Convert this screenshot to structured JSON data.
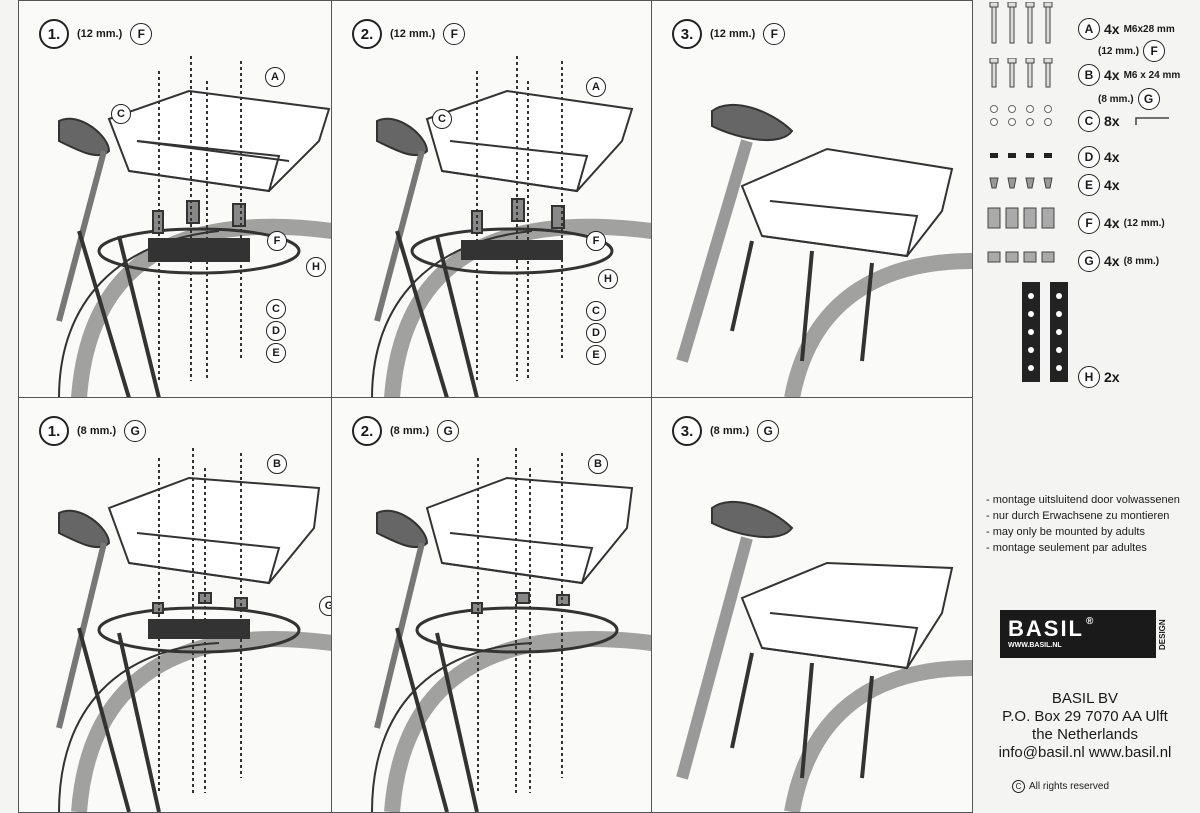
{
  "panels": [
    {
      "num": "1.",
      "size": "(12 mm.)",
      "part": "F",
      "callouts": [
        "A",
        "C",
        "F",
        "H",
        "C",
        "D",
        "E"
      ]
    },
    {
      "num": "2.",
      "size": "(12 mm.)",
      "part": "F",
      "callouts": [
        "A",
        "C",
        "F",
        "H",
        "C",
        "D",
        "E"
      ]
    },
    {
      "num": "3.",
      "size": "(12 mm.)",
      "part": "F",
      "callouts": []
    },
    {
      "num": "1.",
      "size": "(8 mm.)",
      "part": "G",
      "callouts": [
        "B",
        "G"
      ]
    },
    {
      "num": "2.",
      "size": "(8 mm.)",
      "part": "G",
      "callouts": [
        "B"
      ]
    },
    {
      "num": "3.",
      "size": "(8 mm.)",
      "part": "G",
      "callouts": []
    }
  ],
  "parts": [
    {
      "letter": "A",
      "qty": "4x",
      "spec": "M6x28 mm",
      "sub_size": "(12 mm.)",
      "sub_part": "F"
    },
    {
      "letter": "B",
      "qty": "4x",
      "spec": "M6 x 24 mm",
      "sub_size": "(8 mm.)",
      "sub_part": "G"
    },
    {
      "letter": "C",
      "qty": "8x",
      "spec": ""
    },
    {
      "letter": "D",
      "qty": "4x",
      "spec": ""
    },
    {
      "letter": "E",
      "qty": "4x",
      "spec": ""
    },
    {
      "letter": "F",
      "qty": "4x",
      "spec": "(12 mm.)"
    },
    {
      "letter": "G",
      "qty": "4x",
      "spec": "(8 mm.)"
    },
    {
      "letter": "H",
      "qty": "2x",
      "spec": ""
    }
  ],
  "warnings": [
    "- montage uitsluitend door volwassenen",
    "- nur durch Erwachsene zu montieren",
    "- may only be mounted by adults",
    "- montage seulement par adultes"
  ],
  "brand": {
    "name": "BASIL",
    "reg": "®",
    "url": "WWW.BASIL.NL",
    "tag": "DESIGN"
  },
  "address": [
    "BASIL BV",
    "P.O. Box 29  7070 AA Ulft",
    "the Netherlands",
    "info@basil.nl www.basil.nl"
  ],
  "rights": {
    "symbol": "C",
    "text": "All rights reserved"
  }
}
